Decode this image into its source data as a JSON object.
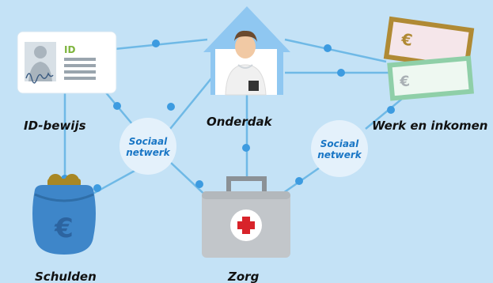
{
  "labels": {
    "id": "ID-bewijs",
    "shelter": "Onderdak",
    "work": "Werk en inkomen",
    "debts": "Schulden",
    "care": "Zorg"
  },
  "network": {
    "left_line1": "Sociaal",
    "left_line2": "netwerk",
    "right_line1": "Sociaal",
    "right_line2": "netwerk"
  },
  "id_card": {
    "text": "ID"
  },
  "currency": {
    "symbol_note_back": "€",
    "symbol_note_front": "€",
    "symbol_purse": "€"
  },
  "colors": {
    "background": "#c4e2f6",
    "line": "#6fb9e6",
    "node": "#3d9be0",
    "network_bubble": "#e4f1fb",
    "network_text": "#1976c5",
    "house": "#8fc7f1",
    "purse": "#3e86c9",
    "case": "#c2c6ca",
    "cross": "#d8232a"
  }
}
